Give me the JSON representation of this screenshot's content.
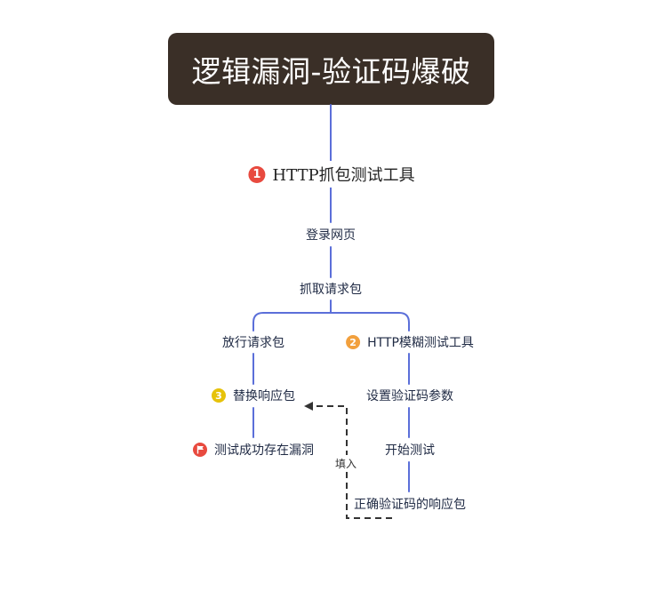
{
  "title": "逻辑漏洞-验证码爆破",
  "colors": {
    "title_bg": "#3a2f27",
    "line": "#5b6fd9",
    "dashed": "#333333",
    "badge_red": "#e84a3f",
    "badge_orange": "#f2a03d",
    "badge_yellow": "#e6c20a"
  },
  "nodes": {
    "tool_http": {
      "label": "HTTP抓包测试工具",
      "marker": "1"
    },
    "login": {
      "label": "登录网页"
    },
    "capture": {
      "label": "抓取请求包"
    },
    "forward": {
      "label": "放行请求包"
    },
    "fuzz_tool": {
      "label": "HTTP模糊测试工具",
      "marker": "2"
    },
    "replace": {
      "label": "替换响应包",
      "marker": "3"
    },
    "set_param": {
      "label": "设置验证码参数"
    },
    "success": {
      "label": "测试成功存在漏洞",
      "marker": "flag-icon"
    },
    "start_test": {
      "label": "开始测试"
    },
    "correct_resp": {
      "label": "正确验证码的响应包"
    }
  },
  "edge_label_fill": "填入"
}
